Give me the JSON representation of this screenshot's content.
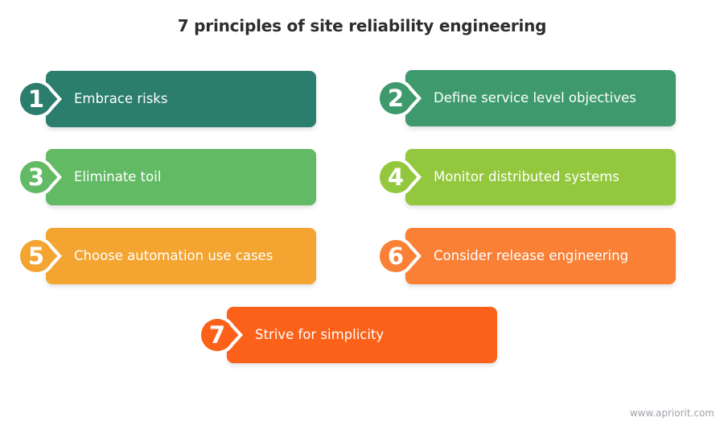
{
  "title": "7 principles of site reliability engineering",
  "principles": [
    {
      "number": "1",
      "label": "Embrace risks",
      "color": "#2b7d6d"
    },
    {
      "number": "2",
      "label": "Define service level objectives",
      "color": "#3e9a6c"
    },
    {
      "number": "3",
      "label": "Eliminate toil",
      "color": "#62ba64"
    },
    {
      "number": "4",
      "label": "Monitor distributed systems",
      "color": "#93c83e"
    },
    {
      "number": "5",
      "label": "Choose automation use cases",
      "color": "#f3a431"
    },
    {
      "number": "6",
      "label": "Consider release engineering",
      "color": "#fa8036"
    },
    {
      "number": "7",
      "label": "Strive for simplicity",
      "color": "#fb6119"
    }
  ],
  "footer": {
    "website": "www.apriorit.com"
  }
}
